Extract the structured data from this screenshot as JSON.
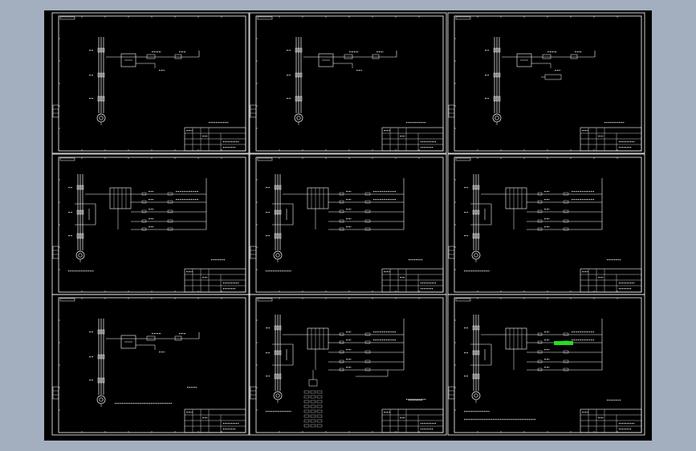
{
  "viewer": {
    "background_color": "#a3afbf",
    "canvas_color": "#000000",
    "line_color": "#ffffff",
    "highlight_color": "#22dd22"
  },
  "drawing": {
    "sheet_rows": 3,
    "sheet_cols": 3,
    "sheets": [
      {
        "name": "sheet-1",
        "variant": "simple",
        "motor_label": ""
      },
      {
        "name": "sheet-2",
        "variant": "simple",
        "motor_label": ""
      },
      {
        "name": "sheet-3",
        "variant": "simple-aux",
        "motor_label": ""
      },
      {
        "name": "sheet-4",
        "variant": "box",
        "motor_label": ""
      },
      {
        "name": "sheet-5",
        "variant": "box",
        "motor_label": ""
      },
      {
        "name": "sheet-6",
        "variant": "box",
        "motor_label": ""
      },
      {
        "name": "sheet-7",
        "variant": "simple-note",
        "motor_label": ""
      },
      {
        "name": "sheet-8",
        "variant": "box-table",
        "motor_label": ""
      },
      {
        "name": "sheet-9",
        "variant": "box-green",
        "motor_label": ""
      }
    ]
  }
}
